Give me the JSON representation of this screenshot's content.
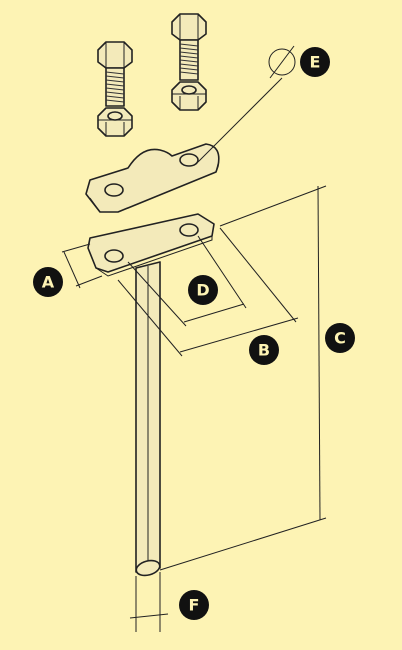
{
  "colors": {
    "background": "#fdf3b4",
    "line": "#222222",
    "part_fill": "#f3eaba",
    "label_disc": "#111111"
  },
  "labels": {
    "A": "A",
    "B": "B",
    "C": "C",
    "D": "D",
    "E": "E",
    "F": "F",
    "diameter_symbol": "⌀"
  }
}
